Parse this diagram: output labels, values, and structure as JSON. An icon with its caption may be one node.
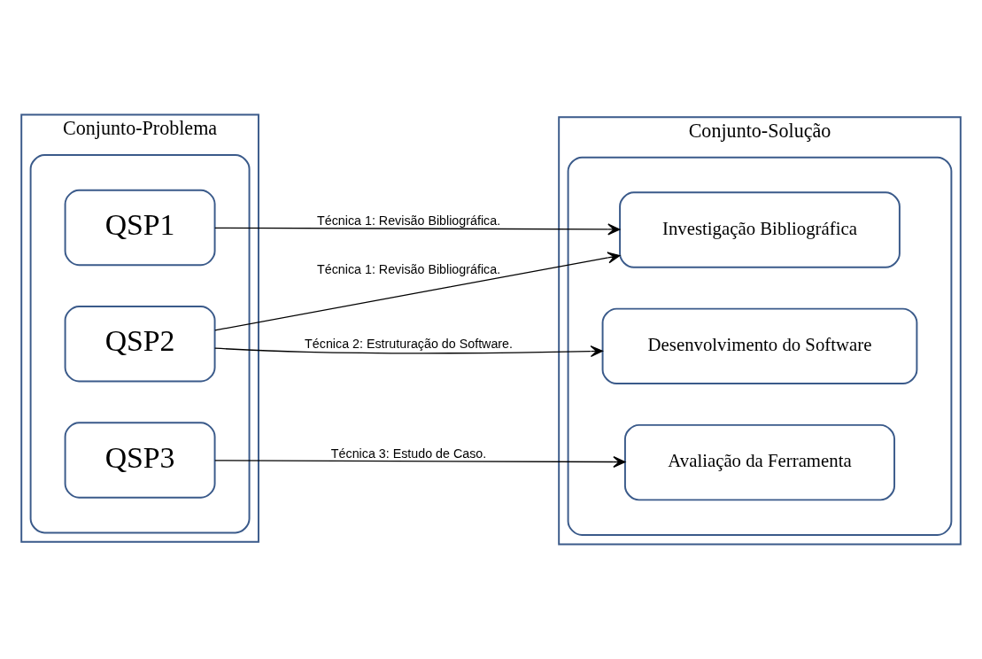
{
  "diagram": {
    "nodes": [
      {
        "text": [
          "Conjunto-Problema"
        ]
      },
      {
        "text": [],
        "shape": "ellipse",
        "in": 0
      },
      {
        "text": [
          "QSP1"
        ],
        "in": 1
      },
      {
        "text": [
          "QSP2"
        ],
        "in": 1
      },
      {
        "text": [
          "QSP3"
        ],
        "in": 1
      },
      {
        "text": [
          "Conjunto-Solução"
        ]
      },
      {
        "text": [],
        "shape": "ellipse",
        "in": 5
      },
      {
        "text": [
          "Investigação Bibliográfica"
        ],
        "in": 6
      },
      {
        "text": [
          "Desenvolvimento do Software"
        ],
        "in": 6
      },
      {
        "text": [
          "Avaliação da Ferramenta"
        ],
        "in": 6
      }
    ],
    "edges": [
      {
        "from": 2,
        "to": 7,
        "arrow": "to",
        "label": "Técnica 1: Revisão Bibliográfica."
      },
      {
        "from": 3,
        "to": 7,
        "arrow": "to",
        "label": "Técnica 1: Revisão Bibliográfica."
      },
      {
        "from": 3,
        "to": 8,
        "arrow": "to",
        "label": "Técnica 2: Estruturação do Software."
      },
      {
        "from": 4,
        "to": 9,
        "arrow": "to",
        "label": "Técnica 3: Estudo de Caso."
      }
    ]
  }
}
